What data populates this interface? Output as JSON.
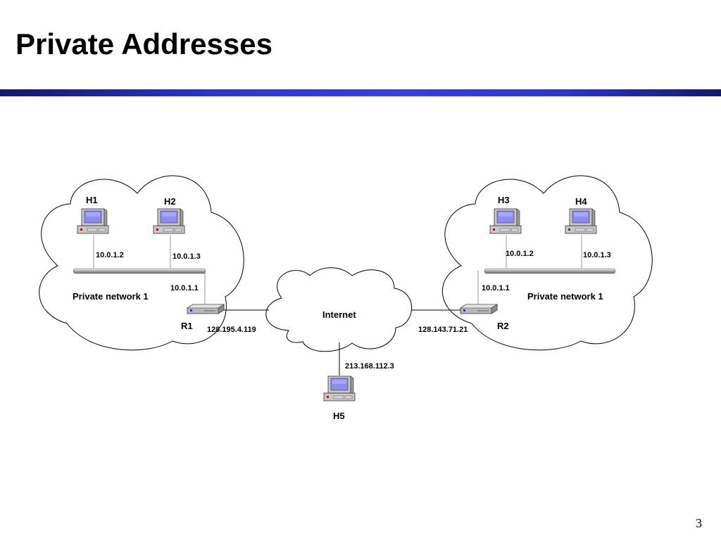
{
  "slide": {
    "title": "Private Addresses",
    "page_number": "3"
  },
  "diagram": {
    "left_network": {
      "label": "Private network 1",
      "hosts": [
        {
          "name": "H1",
          "ip": "10.0.1.2"
        },
        {
          "name": "H2",
          "ip": "10.0.1.3"
        }
      ],
      "router": {
        "name": "R1",
        "inside_ip": "10.0.1.1",
        "outside_ip": "128.195.4.119"
      }
    },
    "right_network": {
      "label": "Private network 1",
      "hosts": [
        {
          "name": "H3",
          "ip": "10.0.1.2"
        },
        {
          "name": "H4",
          "ip": "10.0.1.3"
        }
      ],
      "router": {
        "name": "R2",
        "inside_ip": "10.0.1.1",
        "outside_ip": "128.143.71.21"
      }
    },
    "internet": {
      "label": "Internet",
      "host": {
        "name": "H5",
        "ip": "213.168.112.3"
      }
    }
  },
  "colors": {
    "title_bar_dark": "#14186b",
    "title_bar_light": "#3840e0",
    "device_gray": "#c8c8c8",
    "screen_blue": "#8c8cf0",
    "led_red": "#e00000"
  }
}
